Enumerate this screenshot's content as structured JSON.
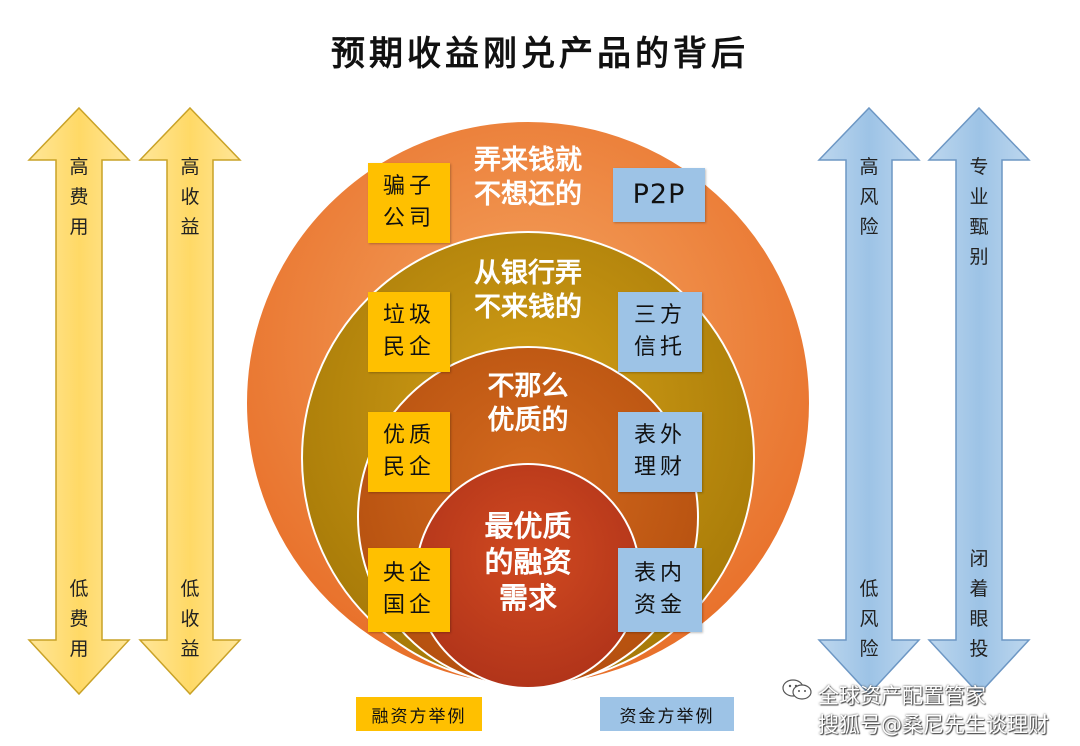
{
  "title": "预期收益刚兑产品的背后",
  "left_arrows": [
    {
      "top": "高\n费\n用",
      "bottom": "低\n费\n用"
    },
    {
      "top": "高\n收\n益",
      "bottom": "低\n收\n益"
    }
  ],
  "right_arrows": [
    {
      "top": "高\n风\n险",
      "bottom": "低\n风\n险"
    },
    {
      "top": "专\n业\n甄\n别",
      "bottom": "闭\n着\n眼\n投"
    }
  ],
  "rings": [
    {
      "label": "弄来钱就\n不想还的",
      "financier": "骗子\n公司",
      "capital": "P2P"
    },
    {
      "label": "从银行弄\n不来钱的",
      "financier": "垃圾\n民企",
      "capital": "三方\n信托"
    },
    {
      "label": "不那么\n优质的",
      "financier": "优质\n民企",
      "capital": "表外\n理财"
    },
    {
      "label": "最优质\n的融资\n需求",
      "financier": "央企\n国企",
      "capital": "表内\n资金"
    }
  ],
  "legend": {
    "financier": "融资方举例",
    "capital": "资金方举例"
  },
  "watermark": {
    "line1": "全球资产配置管家",
    "line2": "搜狐号@桑尼先生谈理财"
  },
  "colors": {
    "arrow_yellow": "#FFD966",
    "arrow_blue": "#9DC3E6",
    "ring_outer": "#ED7D31",
    "ring_second": "#BF8F00",
    "ring_third": "#C55A11",
    "ring_core": "#C43E1C",
    "box_yellow": "#FFC000",
    "box_blue": "#9DC3E6"
  }
}
